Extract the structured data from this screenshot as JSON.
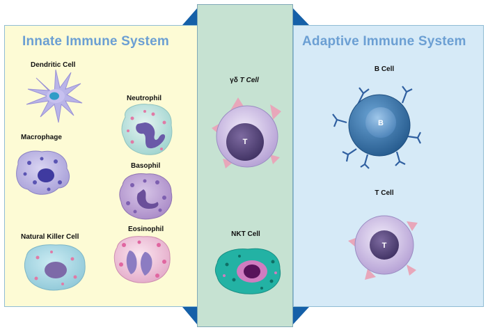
{
  "innate": {
    "title": "Innate Immune System",
    "cells": {
      "dendritic": "Dendritic Cell",
      "neutrophil": "Neutrophil",
      "macrophage": "Macrophage",
      "basophil": "Basophil",
      "nk": "Natural Killer Cell",
      "eosinophil": "Eosinophil"
    }
  },
  "middle": {
    "gamma_delta_prefix": "γδ",
    "gamma_delta_suffix": "T Cell",
    "nkt": "NKT Cell",
    "t_letter": "T"
  },
  "adaptive": {
    "title": "Adaptive Immune System",
    "b_cell": "B Cell",
    "b_letter": "B",
    "t_cell": "T Cell",
    "t_letter": "T"
  },
  "colors": {
    "innate_bg": "#fdfbd5",
    "middle_bg": "#c6e2d2",
    "adaptive_bg": "#d6eaf7",
    "heading": "#6b9fd3",
    "triangle": "#1560a8"
  }
}
